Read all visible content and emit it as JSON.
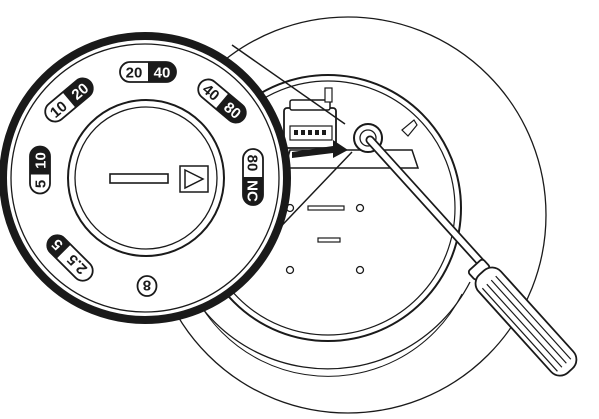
{
  "dial": {
    "settings": [
      {
        "a": "20",
        "b": "40"
      },
      {
        "a": "40",
        "b": "80"
      },
      {
        "a": "80",
        "b": "NC"
      },
      {
        "a": "8",
        "b": ""
      },
      {
        "a": "2.5",
        "b": "5"
      },
      {
        "a": "5",
        "b": "10"
      },
      {
        "a": "10",
        "b": "20"
      }
    ]
  },
  "colors": {
    "ink": "#1a1a1a",
    "paper": "#ffffff"
  }
}
